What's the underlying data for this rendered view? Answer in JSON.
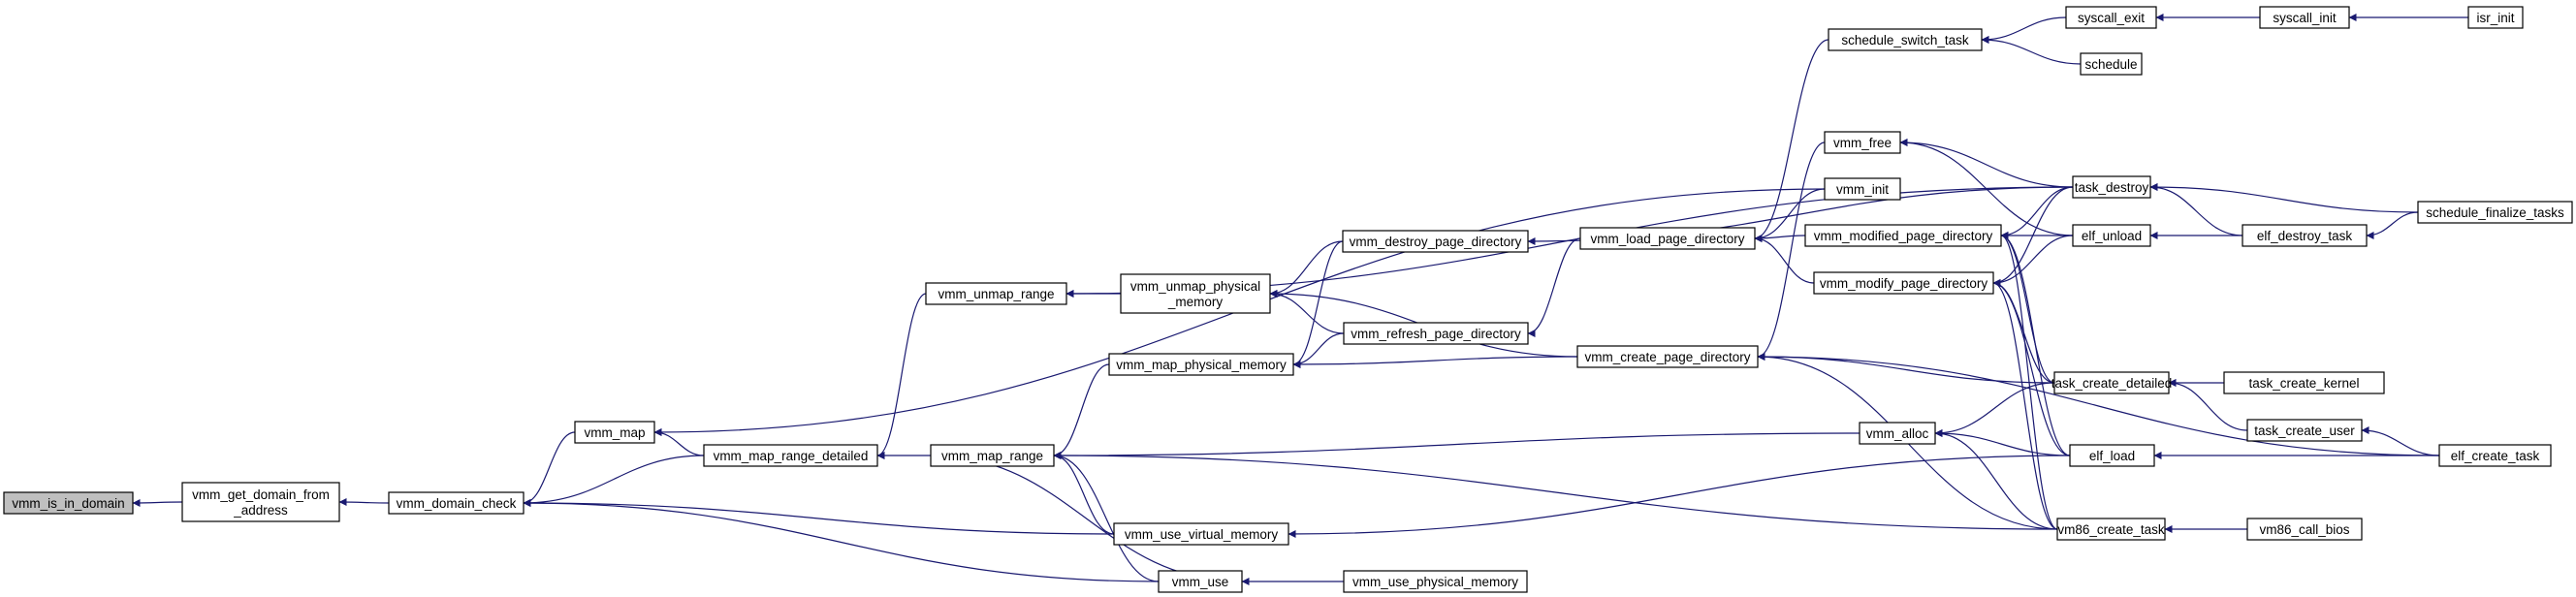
{
  "colors": {
    "edge": "#191970",
    "node_border": "#000000",
    "focus_fill": "#bfbfbf",
    "background": "#ffffff"
  },
  "nodes": [
    {
      "id": "vmm_is_in_domain",
      "lines": [
        "vmm_is_in_domain"
      ],
      "focus": true
    },
    {
      "id": "vmm_get_domain_from_address",
      "lines": [
        "vmm_get_domain_from",
        "_address"
      ]
    },
    {
      "id": "vmm_domain_check",
      "lines": [
        "vmm_domain_check"
      ]
    },
    {
      "id": "vmm_map",
      "lines": [
        "vmm_map"
      ]
    },
    {
      "id": "vmm_map_range_detailed",
      "lines": [
        "vmm_map_range_detailed"
      ]
    },
    {
      "id": "vmm_unmap_range",
      "lines": [
        "vmm_unmap_range"
      ]
    },
    {
      "id": "vmm_unmap_physical_memory",
      "lines": [
        "vmm_unmap_physical",
        "_memory"
      ]
    },
    {
      "id": "vmm_map_range",
      "lines": [
        "vmm_map_range"
      ]
    },
    {
      "id": "vmm_map_physical_memory",
      "lines": [
        "vmm_map_physical_memory"
      ]
    },
    {
      "id": "vmm_use_virtual_memory",
      "lines": [
        "vmm_use_virtual_memory"
      ]
    },
    {
      "id": "vmm_use",
      "lines": [
        "vmm_use"
      ]
    },
    {
      "id": "vmm_use_physical_memory",
      "lines": [
        "vmm_use_physical_memory"
      ]
    },
    {
      "id": "vmm_destroy_page_directory",
      "lines": [
        "vmm_destroy_page_directory"
      ]
    },
    {
      "id": "vmm_refresh_page_directory",
      "lines": [
        "vmm_refresh_page_directory"
      ]
    },
    {
      "id": "vmm_load_page_directory",
      "lines": [
        "vmm_load_page_directory"
      ]
    },
    {
      "id": "vmm_create_page_directory",
      "lines": [
        "vmm_create_page_directory"
      ]
    },
    {
      "id": "vmm_free",
      "lines": [
        "vmm_free"
      ]
    },
    {
      "id": "vmm_init",
      "lines": [
        "vmm_init"
      ]
    },
    {
      "id": "vmm_alloc",
      "lines": [
        "vmm_alloc"
      ]
    },
    {
      "id": "schedule_switch_task",
      "lines": [
        "schedule_switch_task"
      ]
    },
    {
      "id": "vmm_modified_page_directory",
      "lines": [
        "vmm_modified_page_directory"
      ]
    },
    {
      "id": "vmm_modify_page_directory",
      "lines": [
        "vmm_modify_page_directory"
      ]
    },
    {
      "id": "syscall_exit",
      "lines": [
        "syscall_exit"
      ]
    },
    {
      "id": "schedule",
      "lines": [
        "schedule"
      ]
    },
    {
      "id": "task_destroy",
      "lines": [
        "task_destroy"
      ]
    },
    {
      "id": "elf_unload",
      "lines": [
        "elf_unload"
      ]
    },
    {
      "id": "task_create_detailed",
      "lines": [
        "task_create_detailed"
      ]
    },
    {
      "id": "elf_load",
      "lines": [
        "elf_load"
      ]
    },
    {
      "id": "vm86_create_task",
      "lines": [
        "vm86_create_task"
      ]
    },
    {
      "id": "syscall_init",
      "lines": [
        "syscall_init"
      ]
    },
    {
      "id": "isr_init",
      "lines": [
        "isr_init"
      ]
    },
    {
      "id": "elf_destroy_task",
      "lines": [
        "elf_destroy_task"
      ]
    },
    {
      "id": "schedule_finalize_tasks",
      "lines": [
        "schedule_finalize_tasks"
      ]
    },
    {
      "id": "task_create_kernel",
      "lines": [
        "task_create_kernel"
      ]
    },
    {
      "id": "task_create_user",
      "lines": [
        "task_create_user"
      ]
    },
    {
      "id": "elf_create_task",
      "lines": [
        "elf_create_task"
      ]
    },
    {
      "id": "vm86_call_bios",
      "lines": [
        "vm86_call_bios"
      ]
    }
  ],
  "edges": [
    [
      "vmm_get_domain_from_address",
      "vmm_is_in_domain"
    ],
    [
      "vmm_domain_check",
      "vmm_get_domain_from_address"
    ],
    [
      "vmm_map",
      "vmm_domain_check"
    ],
    [
      "vmm_map_range_detailed",
      "vmm_domain_check"
    ],
    [
      "vmm_use_virtual_memory",
      "vmm_domain_check"
    ],
    [
      "vmm_use",
      "vmm_domain_check"
    ],
    [
      "vmm_map_range_detailed",
      "vmm_map"
    ],
    [
      "vmm_init",
      "vmm_map"
    ],
    [
      "vmm_unmap_range",
      "vmm_map_range_detailed"
    ],
    [
      "vmm_map_range",
      "vmm_map_range_detailed"
    ],
    [
      "vmm_unmap_physical_memory",
      "vmm_unmap_range"
    ],
    [
      "task_destroy",
      "vmm_unmap_range"
    ],
    [
      "vmm_destroy_page_directory",
      "vmm_unmap_physical_memory"
    ],
    [
      "vmm_refresh_page_directory",
      "vmm_unmap_physical_memory"
    ],
    [
      "vmm_create_page_directory",
      "vmm_unmap_physical_memory"
    ],
    [
      "vmm_map_physical_memory",
      "vmm_map_range"
    ],
    [
      "vmm_use_virtual_memory",
      "vmm_map_range"
    ],
    [
      "vmm_use",
      "vmm_map_range"
    ],
    [
      "vmm_alloc",
      "vmm_map_range"
    ],
    [
      "vm86_create_task",
      "vmm_map_range"
    ],
    [
      "vmm_destroy_page_directory",
      "vmm_map_physical_memory"
    ],
    [
      "vmm_refresh_page_directory",
      "vmm_map_physical_memory"
    ],
    [
      "vmm_create_page_directory",
      "vmm_map_physical_memory"
    ],
    [
      "elf_load",
      "vmm_use_virtual_memory"
    ],
    [
      "vmm_use_physical_memory",
      "vmm_use"
    ],
    [
      "vmm_map_range",
      "vmm_use"
    ],
    [
      "task_destroy",
      "vmm_destroy_page_directory"
    ],
    [
      "vmm_load_page_directory",
      "vmm_refresh_page_directory"
    ],
    [
      "schedule_switch_task",
      "vmm_load_page_directory"
    ],
    [
      "vmm_init",
      "vmm_load_page_directory"
    ],
    [
      "vmm_modified_page_directory",
      "vmm_load_page_directory"
    ],
    [
      "vmm_modify_page_directory",
      "vmm_load_page_directory"
    ],
    [
      "vmm_free",
      "vmm_create_page_directory"
    ],
    [
      "task_create_detailed",
      "vmm_create_page_directory"
    ],
    [
      "elf_create_task",
      "vmm_create_page_directory"
    ],
    [
      "vm86_create_task",
      "vmm_create_page_directory"
    ],
    [
      "task_destroy",
      "vmm_free"
    ],
    [
      "elf_unload",
      "vmm_free"
    ],
    [
      "task_create_detailed",
      "vmm_alloc"
    ],
    [
      "elf_load",
      "vmm_alloc"
    ],
    [
      "vm86_create_task",
      "vmm_alloc"
    ],
    [
      "syscall_exit",
      "schedule_switch_task"
    ],
    [
      "schedule",
      "schedule_switch_task"
    ],
    [
      "task_destroy",
      "vmm_modified_page_directory"
    ],
    [
      "elf_unload",
      "vmm_modified_page_directory"
    ],
    [
      "task_create_detailed",
      "vmm_modified_page_directory"
    ],
    [
      "elf_load",
      "vmm_modified_page_directory"
    ],
    [
      "vm86_create_task",
      "vmm_modified_page_directory"
    ],
    [
      "task_destroy",
      "vmm_modify_page_directory"
    ],
    [
      "elf_unload",
      "vmm_modify_page_directory"
    ],
    [
      "task_create_detailed",
      "vmm_modify_page_directory"
    ],
    [
      "elf_load",
      "vmm_modify_page_directory"
    ],
    [
      "vm86_create_task",
      "vmm_modify_page_directory"
    ],
    [
      "syscall_init",
      "syscall_exit"
    ],
    [
      "isr_init",
      "syscall_init"
    ],
    [
      "elf_destroy_task",
      "task_destroy"
    ],
    [
      "schedule_finalize_tasks",
      "task_destroy"
    ],
    [
      "elf_destroy_task",
      "elf_unload"
    ],
    [
      "schedule_finalize_tasks",
      "elf_destroy_task"
    ],
    [
      "task_create_kernel",
      "task_create_detailed"
    ],
    [
      "task_create_user",
      "task_create_detailed"
    ],
    [
      "elf_create_task",
      "task_create_user"
    ],
    [
      "elf_create_task",
      "elf_load"
    ],
    [
      "vm86_call_bios",
      "vm86_create_task"
    ]
  ]
}
